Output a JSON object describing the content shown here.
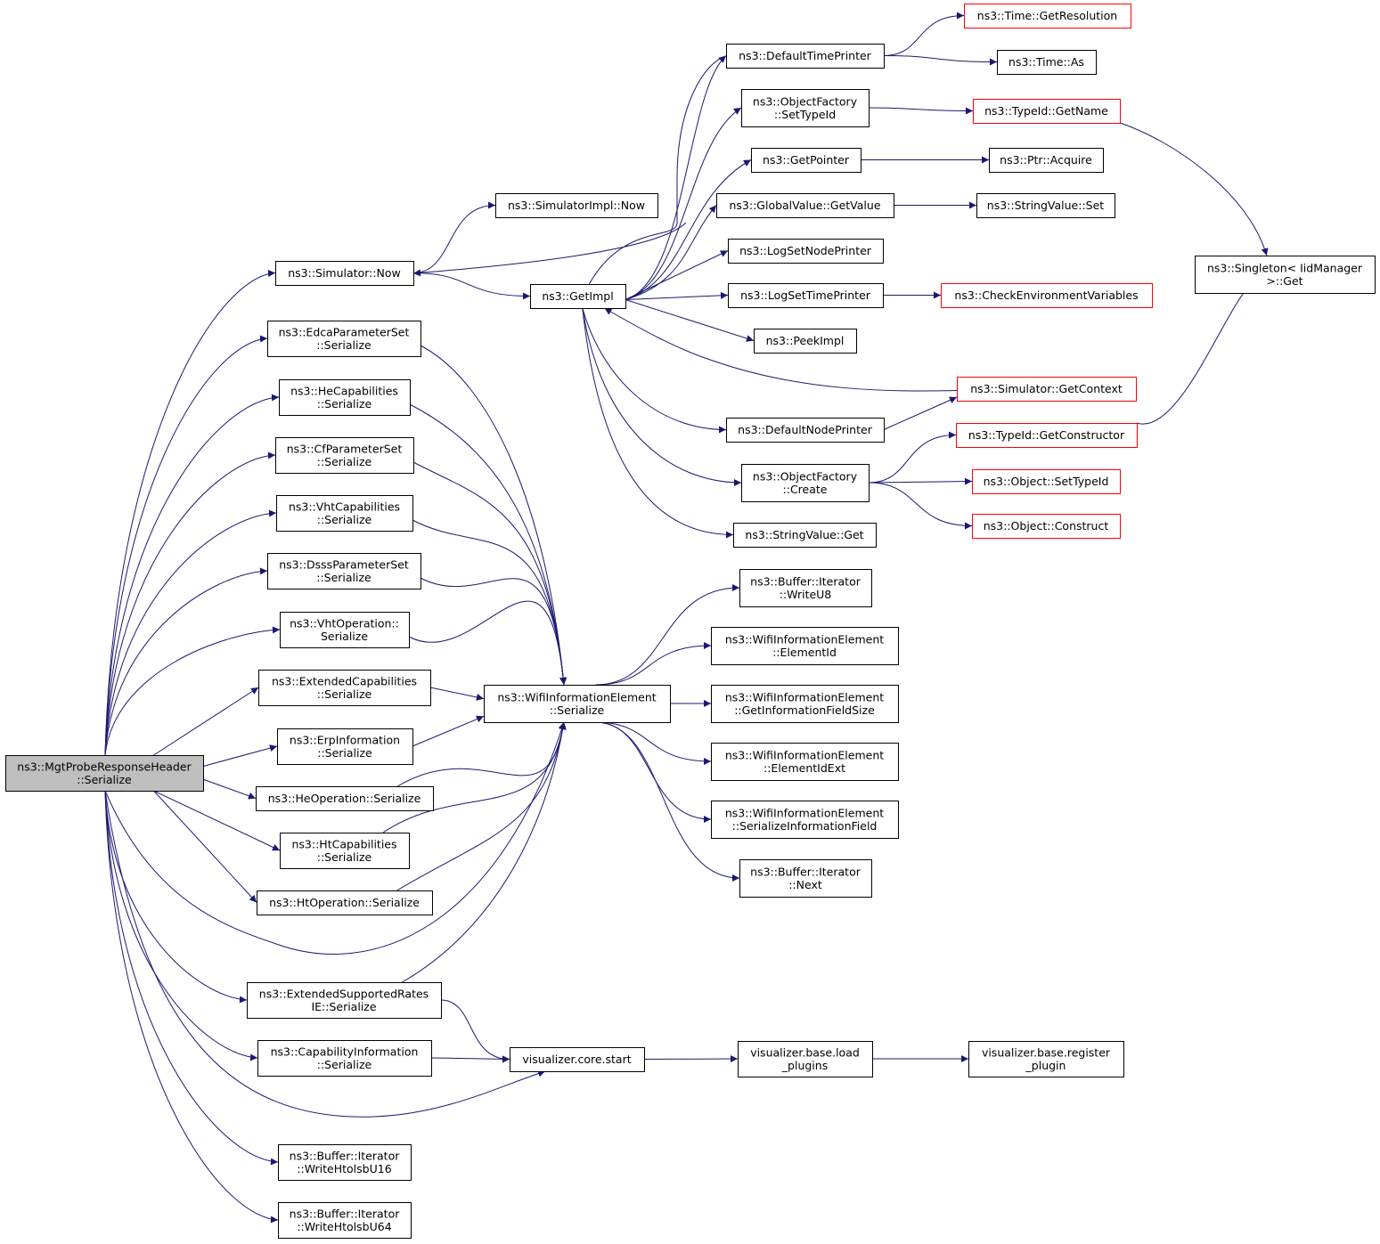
{
  "graph": {
    "nodes": [
      {
        "id": "root",
        "lines": [
          "ns3::MgtProbeResponseHeader",
          "::Serialize"
        ],
        "style": "root"
      },
      {
        "id": "simNow",
        "lines": [
          "ns3::Simulator::Now"
        ]
      },
      {
        "id": "simImplNow",
        "lines": [
          "ns3::SimulatorImpl::Now"
        ]
      },
      {
        "id": "getImpl",
        "lines": [
          "ns3::GetImpl"
        ]
      },
      {
        "id": "defTimePrinter",
        "lines": [
          "ns3::DefaultTimePrinter"
        ]
      },
      {
        "id": "timeGetRes",
        "lines": [
          "ns3::Time::GetResolution"
        ],
        "style": "trunc"
      },
      {
        "id": "timeAs",
        "lines": [
          "ns3::Time::As"
        ]
      },
      {
        "id": "ofSetTypeId",
        "lines": [
          "ns3::ObjectFactory",
          "::SetTypeId"
        ]
      },
      {
        "id": "typeIdGetName",
        "lines": [
          "ns3::TypeId::GetName"
        ],
        "style": "trunc"
      },
      {
        "id": "getPointer",
        "lines": [
          "ns3::GetPointer"
        ]
      },
      {
        "id": "ptrAcquire",
        "lines": [
          "ns3::Ptr::Acquire"
        ]
      },
      {
        "id": "gvGetValue",
        "lines": [
          "ns3::GlobalValue::GetValue"
        ]
      },
      {
        "id": "svSet",
        "lines": [
          "ns3::StringValue::Set"
        ]
      },
      {
        "id": "logSetNode",
        "lines": [
          "ns3::LogSetNodePrinter"
        ]
      },
      {
        "id": "logSetTime",
        "lines": [
          "ns3::LogSetTimePrinter"
        ]
      },
      {
        "id": "checkEnv",
        "lines": [
          "ns3::CheckEnvironmentVariables"
        ],
        "style": "trunc"
      },
      {
        "id": "peekImpl",
        "lines": [
          "ns3::PeekImpl"
        ]
      },
      {
        "id": "simGetContext",
        "lines": [
          "ns3::Simulator::GetContext"
        ],
        "style": "trunc"
      },
      {
        "id": "defNodePrinter",
        "lines": [
          "ns3::DefaultNodePrinter"
        ]
      },
      {
        "id": "typeIdGetCtor",
        "lines": [
          "ns3::TypeId::GetConstructor"
        ],
        "style": "trunc"
      },
      {
        "id": "ofCreate",
        "lines": [
          "ns3::ObjectFactory",
          "::Create"
        ]
      },
      {
        "id": "objSetTypeId",
        "lines": [
          "ns3::Object::SetTypeId"
        ],
        "style": "trunc"
      },
      {
        "id": "objConstruct",
        "lines": [
          "ns3::Object::Construct"
        ],
        "style": "trunc"
      },
      {
        "id": "svGet",
        "lines": [
          "ns3::StringValue::Get"
        ]
      },
      {
        "id": "singletonGet",
        "lines": [
          "ns3::Singleton< IidManager",
          ">::Get"
        ]
      },
      {
        "id": "edca",
        "lines": [
          "ns3::EdcaParameterSet",
          "::Serialize"
        ]
      },
      {
        "id": "heCap",
        "lines": [
          "ns3::HeCapabilities",
          "::Serialize"
        ]
      },
      {
        "id": "cfParam",
        "lines": [
          "ns3::CfParameterSet",
          "::Serialize"
        ]
      },
      {
        "id": "vhtCap",
        "lines": [
          "ns3::VhtCapabilities",
          "::Serialize"
        ]
      },
      {
        "id": "dsss",
        "lines": [
          "ns3::DsssParameterSet",
          "::Serialize"
        ]
      },
      {
        "id": "vhtOp",
        "lines": [
          "ns3::VhtOperation::",
          "Serialize"
        ]
      },
      {
        "id": "extCap",
        "lines": [
          "ns3::ExtendedCapabilities",
          "::Serialize"
        ]
      },
      {
        "id": "erp",
        "lines": [
          "ns3::ErpInformation",
          "::Serialize"
        ]
      },
      {
        "id": "heOp",
        "lines": [
          "ns3::HeOperation::Serialize"
        ]
      },
      {
        "id": "htCap",
        "lines": [
          "ns3::HtCapabilities",
          "::Serialize"
        ]
      },
      {
        "id": "htOp",
        "lines": [
          "ns3::HtOperation::Serialize"
        ]
      },
      {
        "id": "extRates",
        "lines": [
          "ns3::ExtendedSupportedRates",
          "IE::Serialize"
        ]
      },
      {
        "id": "capInfo",
        "lines": [
          "ns3::CapabilityInformation",
          "::Serialize"
        ]
      },
      {
        "id": "writeU16",
        "lines": [
          "ns3::Buffer::Iterator",
          "::WriteHtolsbU16"
        ]
      },
      {
        "id": "writeU64",
        "lines": [
          "ns3::Buffer::Iterator",
          "::WriteHtolsbU64"
        ]
      },
      {
        "id": "wieSerialize",
        "lines": [
          "ns3::WifiInformationElement",
          "::Serialize"
        ]
      },
      {
        "id": "writeU8",
        "lines": [
          "ns3::Buffer::Iterator",
          "::WriteU8"
        ]
      },
      {
        "id": "wieElemId",
        "lines": [
          "ns3::WifiInformationElement",
          "::ElementId"
        ]
      },
      {
        "id": "wieGetSize",
        "lines": [
          "ns3::WifiInformationElement",
          "::GetInformationFieldSize"
        ]
      },
      {
        "id": "wieElemIdExt",
        "lines": [
          "ns3::WifiInformationElement",
          "::ElementIdExt"
        ]
      },
      {
        "id": "wieSerField",
        "lines": [
          "ns3::WifiInformationElement",
          "::SerializeInformationField"
        ]
      },
      {
        "id": "bufNext",
        "lines": [
          "ns3::Buffer::Iterator",
          "::Next"
        ]
      },
      {
        "id": "vizStart",
        "lines": [
          "visualizer.core.start"
        ]
      },
      {
        "id": "vizLoad",
        "lines": [
          "visualizer.base.load",
          "_plugins"
        ]
      },
      {
        "id": "vizRegister",
        "lines": [
          "visualizer.base.register",
          "_plugin"
        ]
      }
    ],
    "edges": [
      [
        "root",
        "simNow"
      ],
      [
        "root",
        "edca"
      ],
      [
        "root",
        "heCap"
      ],
      [
        "root",
        "cfParam"
      ],
      [
        "root",
        "vhtCap"
      ],
      [
        "root",
        "dsss"
      ],
      [
        "root",
        "vhtOp"
      ],
      [
        "root",
        "extCap"
      ],
      [
        "root",
        "erp"
      ],
      [
        "root",
        "heOp"
      ],
      [
        "root",
        "htCap"
      ],
      [
        "root",
        "htOp"
      ],
      [
        "root",
        "wieSerialize"
      ],
      [
        "root",
        "extRates"
      ],
      [
        "root",
        "capInfo"
      ],
      [
        "root",
        "vizStart"
      ],
      [
        "root",
        "writeU16"
      ],
      [
        "root",
        "writeU64"
      ],
      [
        "simNow",
        "simImplNow"
      ],
      [
        "simNow",
        "getImpl"
      ],
      [
        "getImpl",
        "simNow"
      ],
      [
        "getImpl",
        "defTimePrinter"
      ],
      [
        "getImpl",
        "ofSetTypeId"
      ],
      [
        "getImpl",
        "getPointer"
      ],
      [
        "getImpl",
        "gvGetValue"
      ],
      [
        "getImpl",
        "logSetNode"
      ],
      [
        "getImpl",
        "logSetTime"
      ],
      [
        "getImpl",
        "peekImpl"
      ],
      [
        "getImpl",
        "defNodePrinter"
      ],
      [
        "getImpl",
        "ofCreate"
      ],
      [
        "getImpl",
        "svGet"
      ],
      [
        "defTimePrinter",
        "timeGetRes"
      ],
      [
        "defTimePrinter",
        "timeAs"
      ],
      [
        "ofSetTypeId",
        "typeIdGetName"
      ],
      [
        "typeIdGetName",
        "singletonGet"
      ],
      [
        "getPointer",
        "ptrAcquire"
      ],
      [
        "gvGetValue",
        "svSet"
      ],
      [
        "logSetTime",
        "checkEnv"
      ],
      [
        "simGetContext",
        "getImpl"
      ],
      [
        "defNodePrinter",
        "simGetContext"
      ],
      [
        "ofCreate",
        "typeIdGetCtor"
      ],
      [
        "ofCreate",
        "objSetTypeId"
      ],
      [
        "ofCreate",
        "objConstruct"
      ],
      [
        "typeIdGetCtor",
        "singletonGet"
      ],
      [
        "edca",
        "wieSerialize"
      ],
      [
        "heCap",
        "wieSerialize"
      ],
      [
        "cfParam",
        "wieSerialize"
      ],
      [
        "vhtCap",
        "wieSerialize"
      ],
      [
        "dsss",
        "wieSerialize"
      ],
      [
        "vhtOp",
        "wieSerialize"
      ],
      [
        "extCap",
        "wieSerialize"
      ],
      [
        "erp",
        "wieSerialize"
      ],
      [
        "heOp",
        "wieSerialize"
      ],
      [
        "htCap",
        "wieSerialize"
      ],
      [
        "htOp",
        "wieSerialize"
      ],
      [
        "extRates",
        "wieSerialize"
      ],
      [
        "extRates",
        "vizStart"
      ],
      [
        "capInfo",
        "vizStart"
      ],
      [
        "wieSerialize",
        "writeU8"
      ],
      [
        "wieSerialize",
        "wieElemId"
      ],
      [
        "wieSerialize",
        "wieGetSize"
      ],
      [
        "wieSerialize",
        "wieElemIdExt"
      ],
      [
        "wieSerialize",
        "wieSerField"
      ],
      [
        "wieSerialize",
        "bufNext"
      ],
      [
        "vizStart",
        "vizLoad"
      ],
      [
        "vizLoad",
        "vizRegister"
      ]
    ]
  }
}
